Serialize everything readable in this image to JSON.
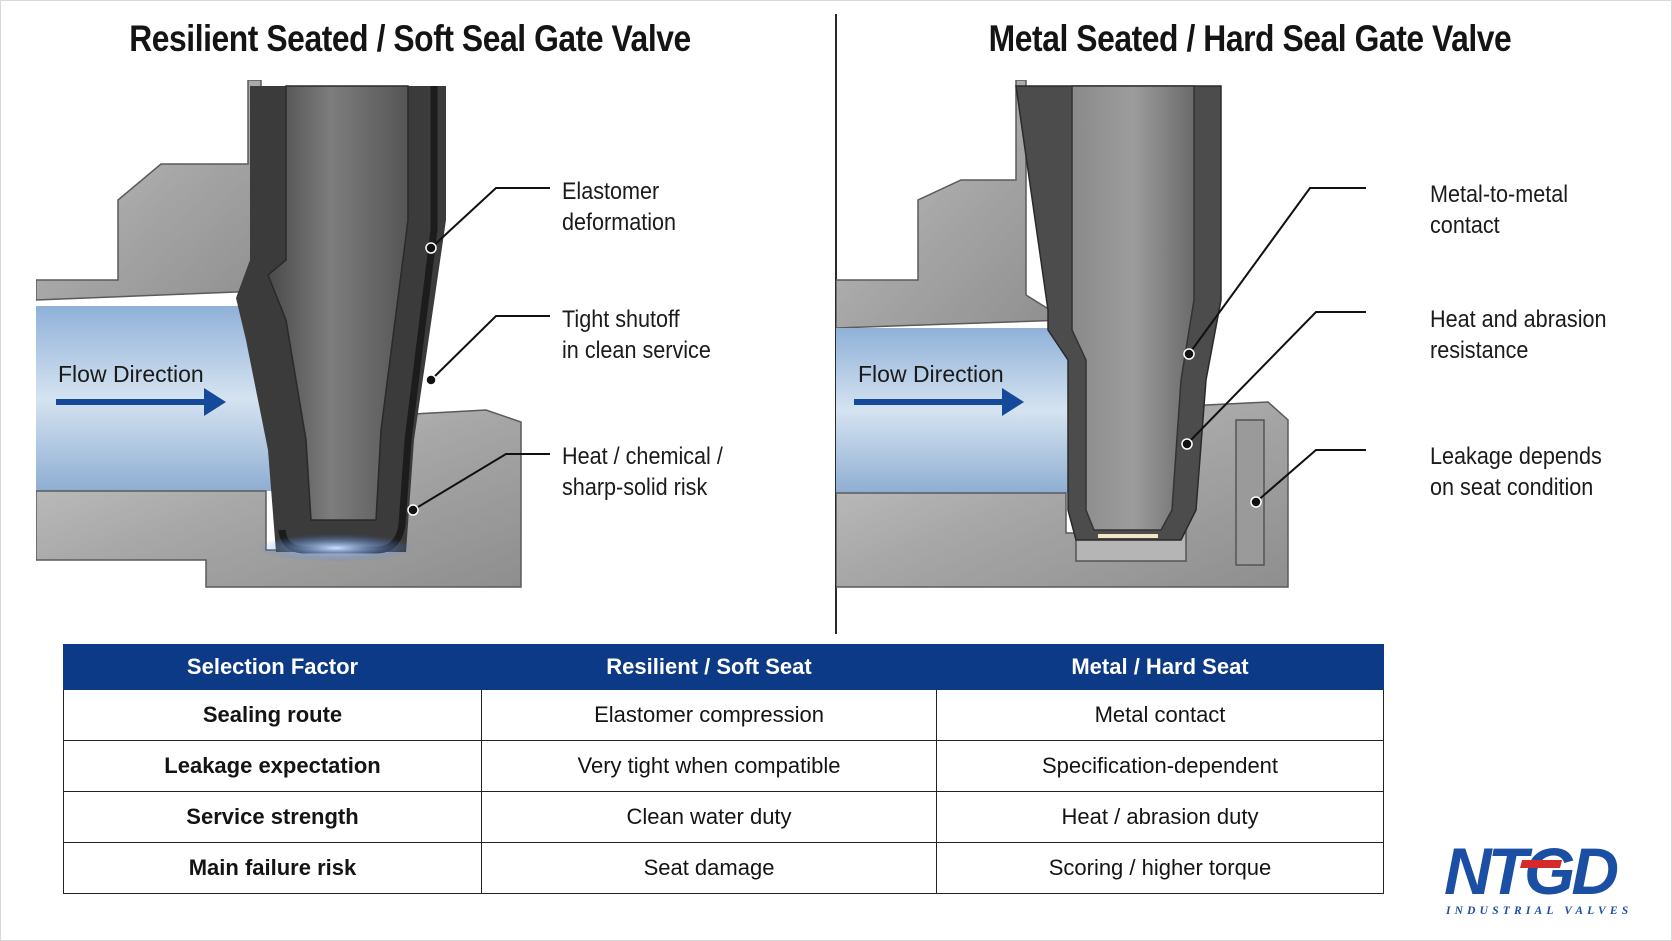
{
  "left_title": "Resilient Seated / Soft Seal Gate Valve",
  "right_title": "Metal Seated / Hard Seal Gate Valve",
  "left_diagram": {
    "flow_label": "Flow Direction",
    "callouts": [
      {
        "line1": "Elastomer",
        "line2": "deformation"
      },
      {
        "line1": "Tight shutoff",
        "line2": "in clean service"
      },
      {
        "line1": "Heat / chemical /",
        "line2": "sharp-solid risk"
      }
    ]
  },
  "right_diagram": {
    "flow_label": "Flow Direction",
    "callouts": [
      {
        "line1": "Metal-to-metal",
        "line2": "contact"
      },
      {
        "line1": "Heat and abrasion",
        "line2": "resistance"
      },
      {
        "line1": "Leakage depends",
        "line2": "on seat condition"
      }
    ]
  },
  "table": {
    "headers": [
      "Selection Factor",
      "Resilient / Soft Seat",
      "Metal / Hard Seat"
    ],
    "rows": [
      [
        "Sealing route",
        "Elastomer compression",
        "Metal contact"
      ],
      [
        "Leakage expectation",
        "Very tight when compatible",
        "Specification-dependent"
      ],
      [
        "Service strength",
        "Clean water duty",
        "Heat / abrasion duty"
      ],
      [
        "Main failure risk",
        "Seat damage",
        "Scoring / higher torque"
      ]
    ]
  },
  "logo": {
    "text": "NTGD",
    "tagline": "INDUSTRIAL VALVES",
    "primary_color": "#1b4fa3",
    "accent_color": "#d42a2a"
  },
  "colors": {
    "header_blue": "#0d3a86",
    "flow_arrow": "#154a9a",
    "metal": "#a8a8a8",
    "gate": "#5b5b5b"
  }
}
